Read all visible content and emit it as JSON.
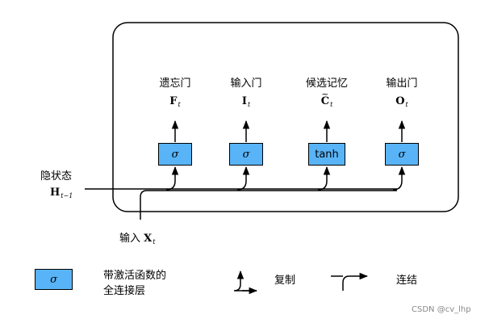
{
  "gates": [
    {
      "label": "遗忘门",
      "symbol": "F",
      "subscript": "t",
      "fn": "σ"
    },
    {
      "label": "输入门",
      "symbol": "I",
      "subscript": "t",
      "fn": "σ"
    },
    {
      "label": "候选记忆",
      "symbol": "C",
      "subscript": "t",
      "fn": "tanh"
    },
    {
      "label": "输出门",
      "symbol": "O",
      "subscript": "t",
      "fn": "σ"
    }
  ],
  "hidden_state": {
    "label": "隐状态",
    "symbol": "H",
    "subscript": "t−1"
  },
  "input": {
    "label": "输入",
    "symbol": "X",
    "subscript": "t"
  },
  "legend": {
    "fc_symbol": "σ",
    "fc_line1": "带激活函数的",
    "fc_line2": "全连接层",
    "copy": "复制",
    "concat": "连结"
  },
  "watermark": "CSDN @cv_lhp"
}
